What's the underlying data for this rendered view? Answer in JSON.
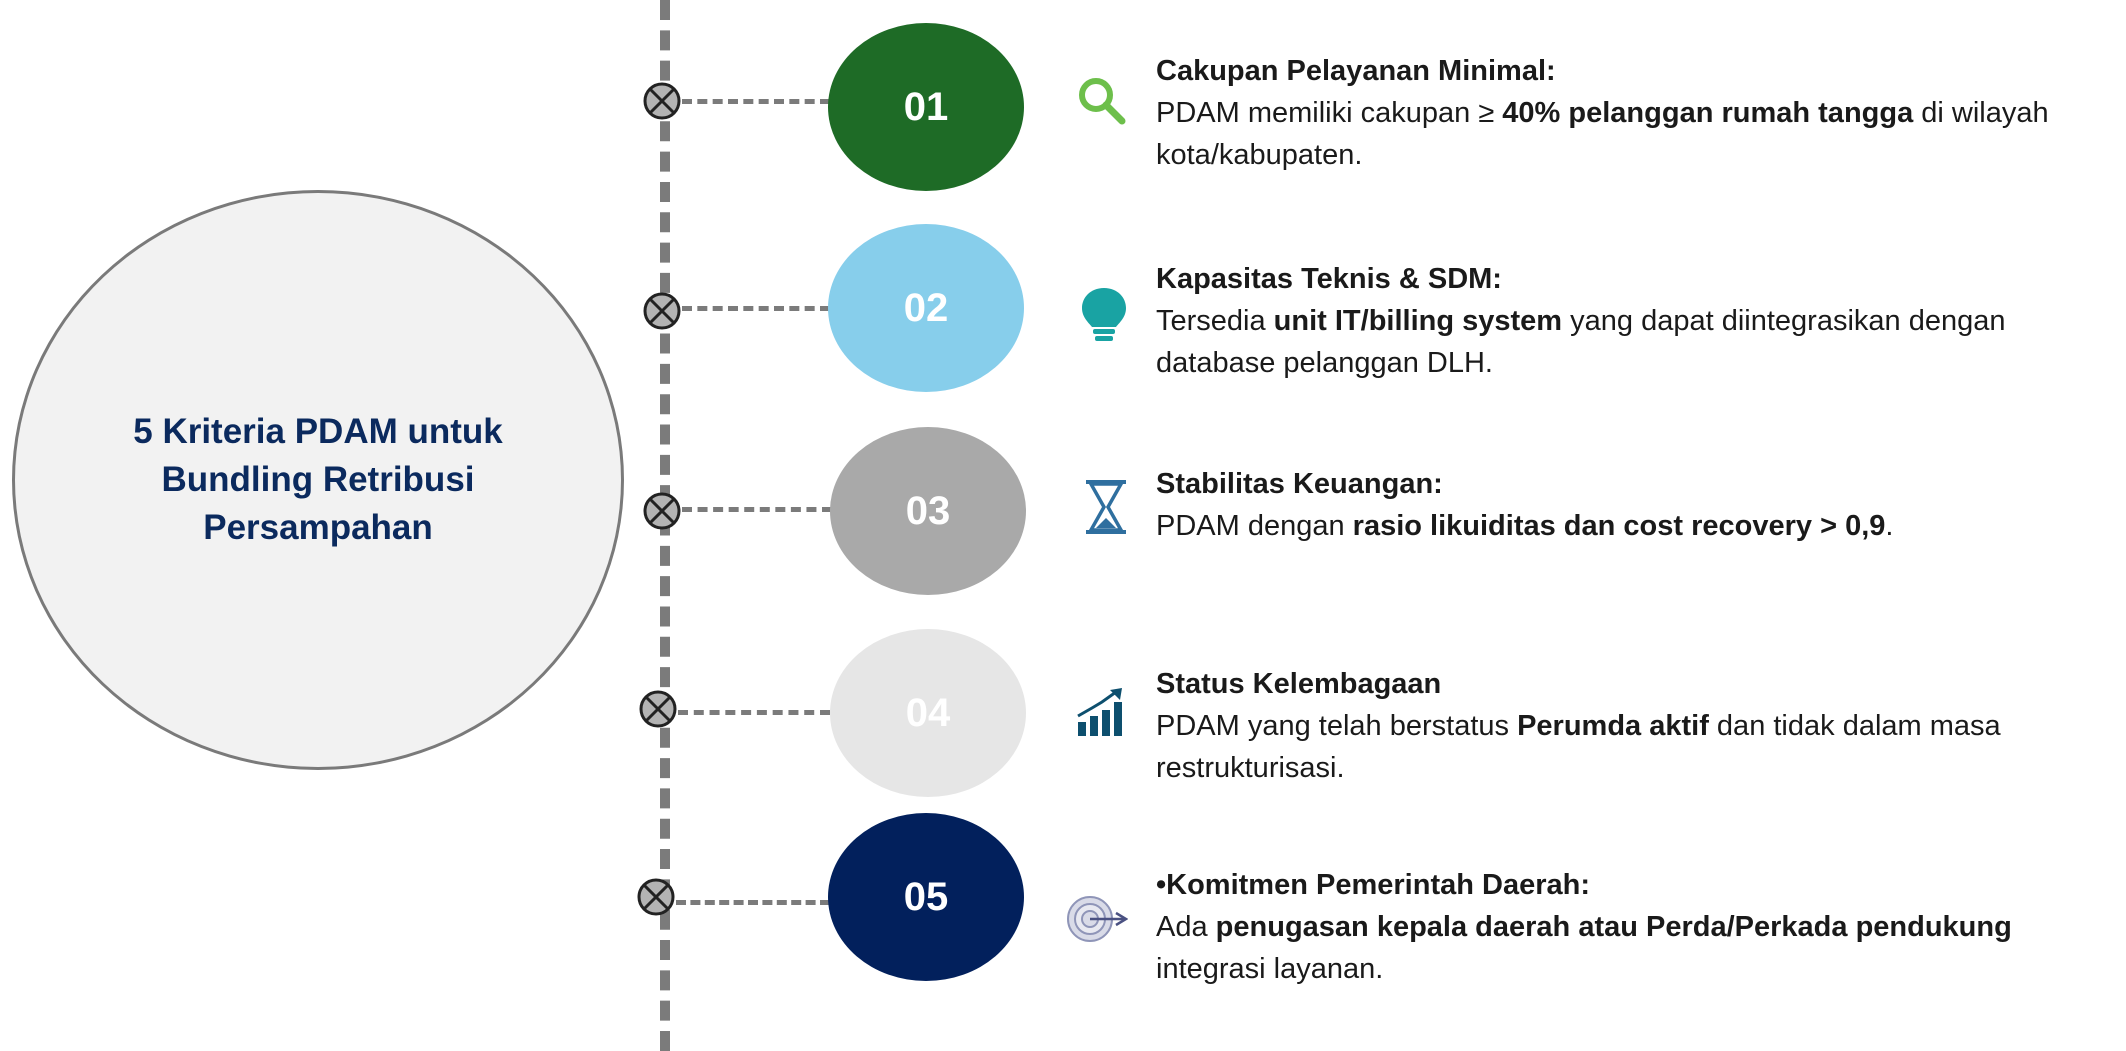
{
  "title": "5 Kriteria PDAM untuk Bundling Retribusi Persampahan",
  "colors": {
    "title": "#0b2a5e",
    "line": "#7b7b7b",
    "marker_fill": "#b3b3b3",
    "circle_bg": "#f2f2f2",
    "circle_border": "#7a7a7a"
  },
  "criteria": [
    {
      "number": "01",
      "color": "#1e6b26",
      "icon": "search-icon",
      "title": "Cakupan Pelayanan Minimal:",
      "desc_pre": "PDAM memiliki cakupan ≥ ",
      "desc_bold": "40% pelanggan rumah tangga",
      "desc_post": " di wilayah kota/kabupaten."
    },
    {
      "number": "02",
      "color": "#87ceeb",
      "icon": "lightbulb-icon",
      "title": "Kapasitas Teknis & SDM:",
      "desc_pre": "Tersedia ",
      "desc_bold": "unit IT/billing system",
      "desc_post": " yang dapat diintegrasikan dengan database pelanggan DLH."
    },
    {
      "number": "03",
      "color": "#a9a9a9",
      "icon": "hourglass-icon",
      "title": "Stabilitas Keuangan:",
      "desc_pre": "PDAM dengan ",
      "desc_bold": "rasio likuiditas dan cost recovery > 0,9",
      "desc_post": "."
    },
    {
      "number": "04",
      "color": "#e6e6e6",
      "icon": "growth-chart-icon",
      "title": "Status Kelembagaan",
      "desc_pre": "PDAM yang telah berstatus ",
      "desc_bold": "Perumda aktif",
      "desc_post": " dan tidak dalam masa restrukturisasi."
    },
    {
      "number": "05",
      "color": "#02205c",
      "icon": "target-icon",
      "title": "•Komitmen Pemerintah Daerah:",
      "desc_pre": "Ada ",
      "desc_bold": "penugasan kepala daerah atau Perda/Perkada pendukung",
      "desc_post": " integrasi layanan."
    }
  ]
}
